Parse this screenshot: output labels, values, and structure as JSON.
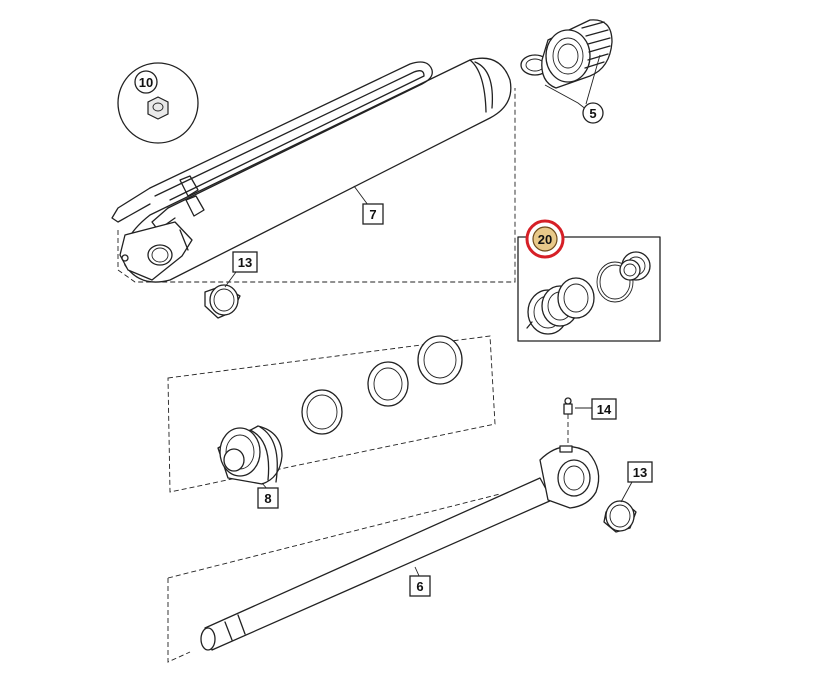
{
  "callouts": {
    "c10": "10",
    "c5": "5",
    "c7": "7",
    "c13a": "13",
    "c20": "20",
    "c14": "14",
    "c13b": "13",
    "c8": "8",
    "c6": "6"
  },
  "colors": {
    "highlight_ring": "#d61f26",
    "highlight_fill": "#e8c98a",
    "line": "#222222"
  }
}
